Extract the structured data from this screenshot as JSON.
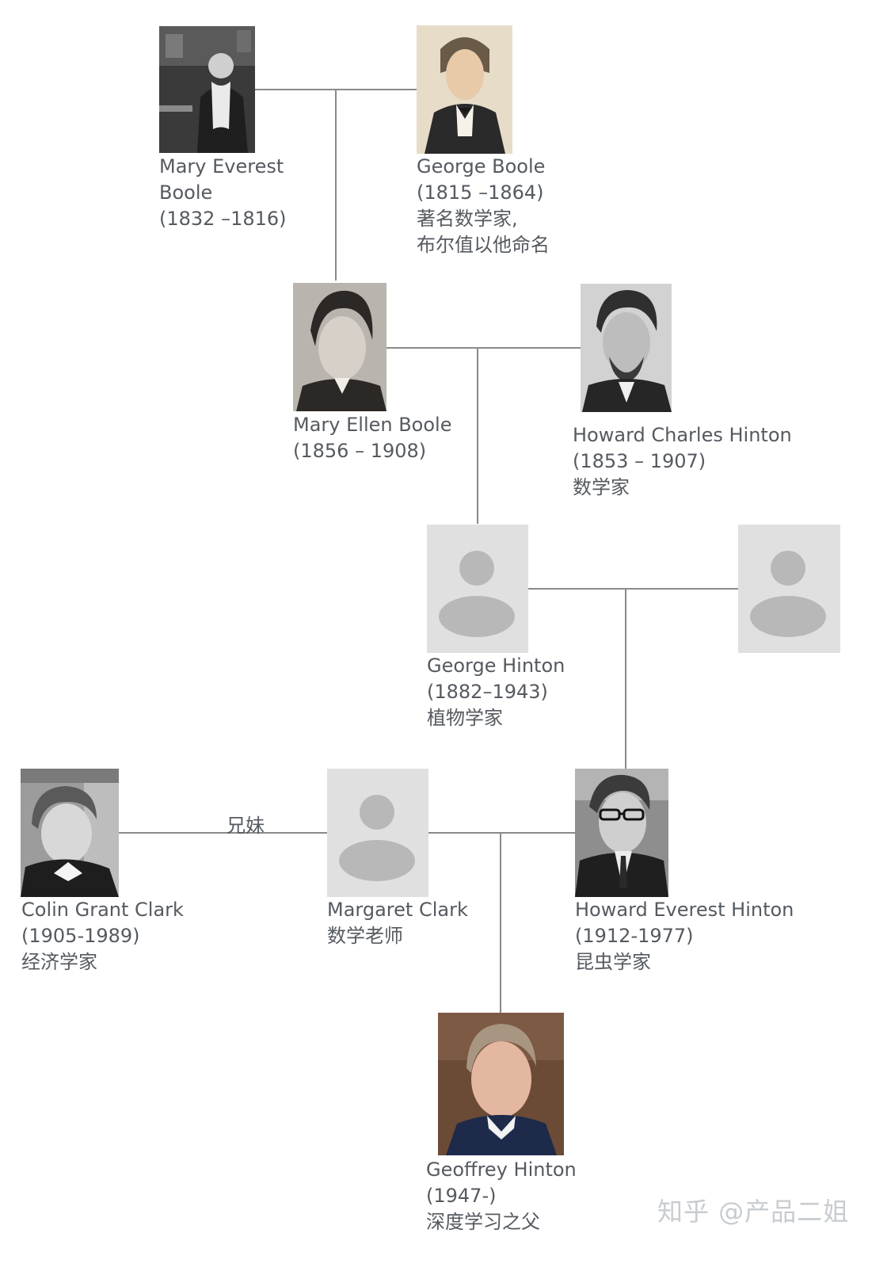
{
  "people": {
    "mary_everest_boole": {
      "lines": [
        "Mary Everest",
        "Boole",
        "(1832 –1816)"
      ],
      "photo_style": "sepia-portrait"
    },
    "george_boole": {
      "lines": [
        "George Boole",
        "(1815 –1864)",
        "著名数学家,",
        "布尔值以他命名"
      ],
      "photo_style": "painted-portrait"
    },
    "mary_ellen_boole": {
      "lines": [
        "Mary Ellen Boole",
        "(1856 – 1908)"
      ],
      "photo_style": "bw-portrait"
    },
    "howard_charles_hinton": {
      "lines": [
        "Howard Charles Hinton",
        "(1853 – 1907)",
        "数学家"
      ],
      "photo_style": "bw-portrait"
    },
    "george_hinton": {
      "lines": [
        "George Hinton",
        "(1882–1943)",
        "植物学家"
      ],
      "photo_style": "placeholder-avatar"
    },
    "unknown_spouse": {
      "lines": [],
      "photo_style": "placeholder-avatar"
    },
    "colin_grant_clark": {
      "lines": [
        "Colin Grant Clark",
        "(1905-1989)",
        "经济学家"
      ],
      "photo_style": "bw-portrait"
    },
    "margaret_clark": {
      "lines": [
        "Margaret Clark",
        "数学老师"
      ],
      "photo_style": "placeholder-avatar"
    },
    "howard_everest_hinton": {
      "lines": [
        "Howard Everest Hinton",
        "(1912-1977)",
        "昆虫学家"
      ],
      "photo_style": "bw-portrait"
    },
    "geoffrey_hinton": {
      "lines": [
        "Geoffrey Hinton",
        "(1947-)",
        "深度学习之父"
      ],
      "photo_style": "color-portrait"
    }
  },
  "relations": {
    "sibling_label": "兄妹"
  },
  "watermark": "知乎 @产品二姐",
  "colors": {
    "text": "#555a60",
    "line": "#8a8a8a",
    "placeholder_bg": "#e0e0e0",
    "placeholder_icon": "#b8b8b8"
  }
}
